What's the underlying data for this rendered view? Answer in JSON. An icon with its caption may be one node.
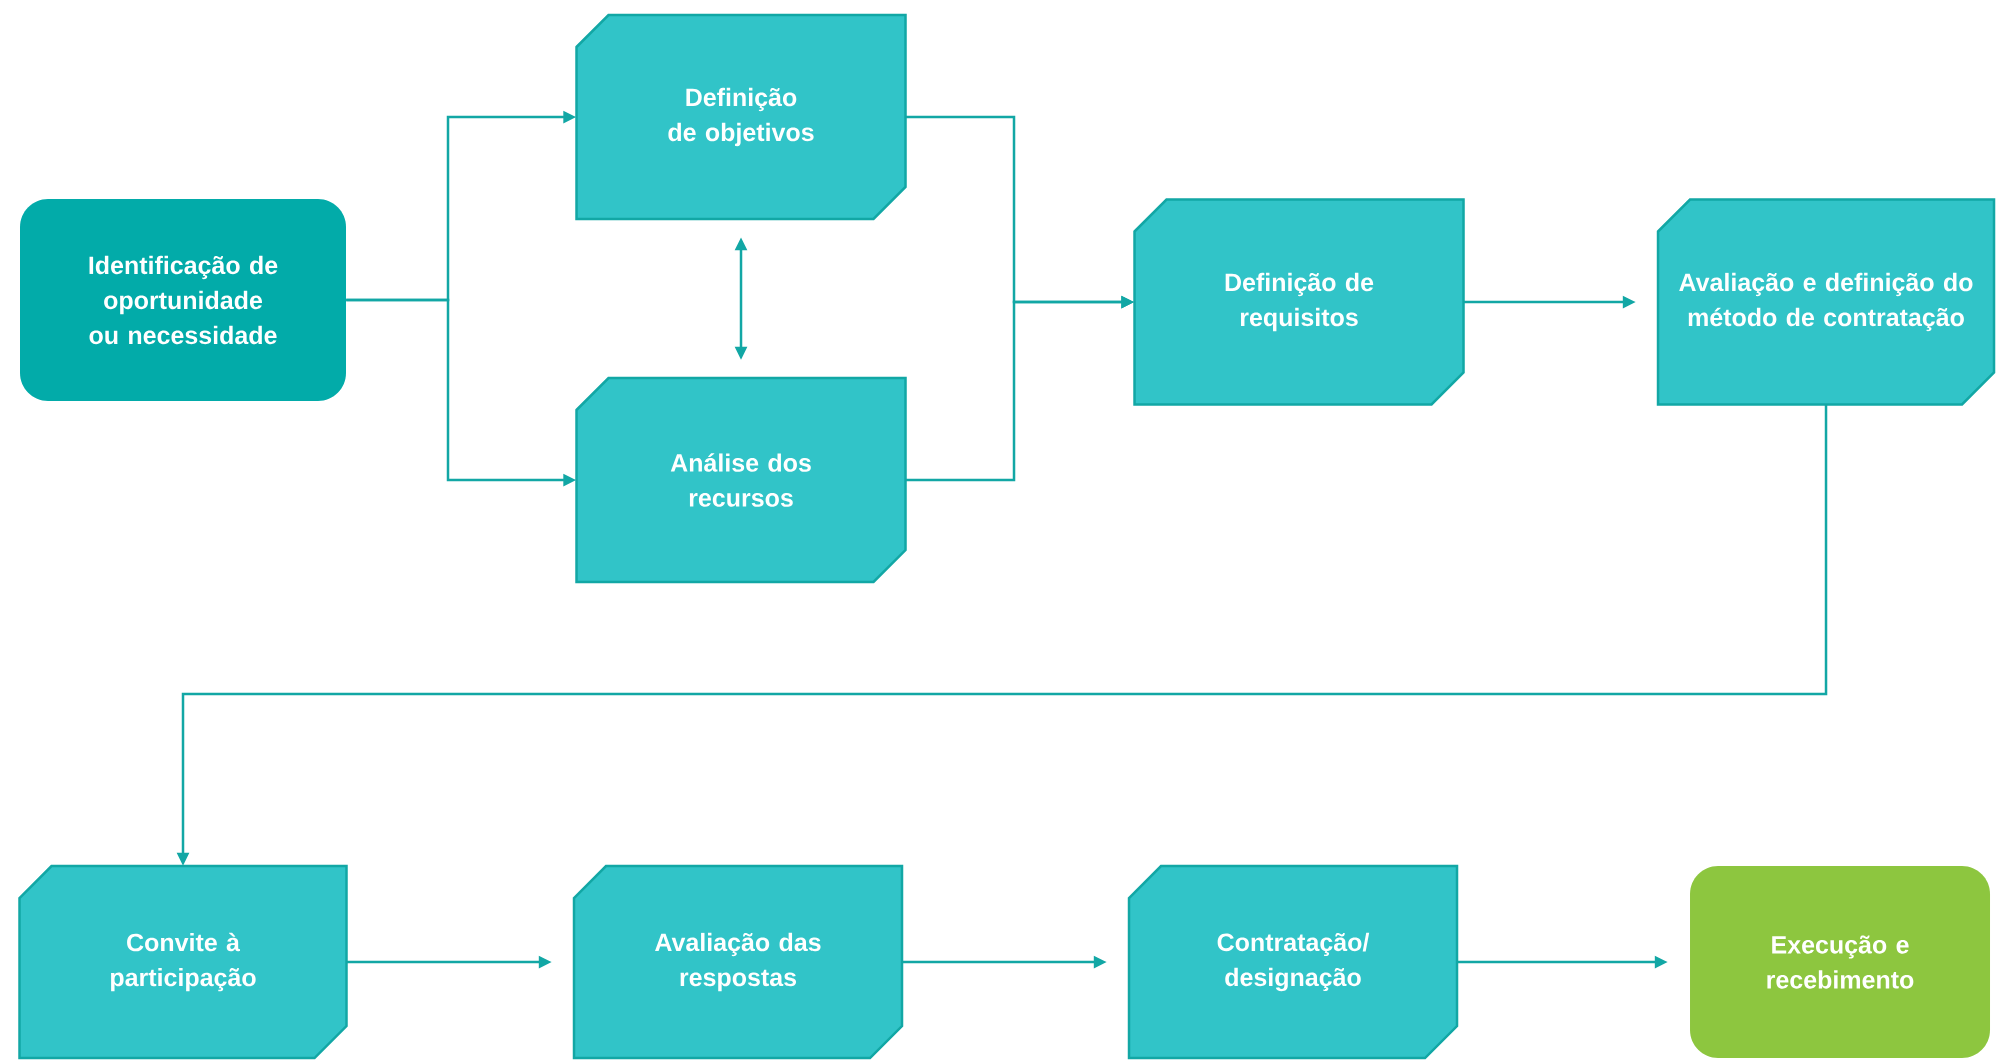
{
  "diagram": {
    "nodes": [
      {
        "text": [
          "Identificação de oportunidade ou necessidade"
        ]
      },
      {
        "text": [
          "Definição de objetivos"
        ]
      },
      {
        "text": [
          "Análise dos recursos"
        ]
      },
      {
        "text": [
          "Definição de requisitos"
        ]
      },
      {
        "text": [
          "Avaliação e definição do método de contratação"
        ]
      },
      {
        "text": [
          "Convite à participação"
        ]
      },
      {
        "text": [
          "Avaliação das respostas"
        ]
      },
      {
        "text": [
          "Contratação/ designação"
        ]
      },
      {
        "text": [
          "Execução e recebimento"
        ]
      }
    ],
    "edges": [
      {
        "from": 0,
        "to": 1,
        "arrow": "to"
      },
      {
        "from": 0,
        "to": 2,
        "arrow": "to"
      },
      {
        "from": 1,
        "to": 2,
        "arrow": "both"
      },
      {
        "from": 1,
        "to": 3,
        "arrow": "to"
      },
      {
        "from": 2,
        "to": 3,
        "arrow": "to"
      },
      {
        "from": 3,
        "to": 4,
        "arrow": "to"
      },
      {
        "from": 4,
        "to": 5,
        "arrow": "to"
      },
      {
        "from": 5,
        "to": 6,
        "arrow": "to"
      },
      {
        "from": 6,
        "to": 7,
        "arrow": "to"
      },
      {
        "from": 7,
        "to": 8,
        "arrow": "to"
      }
    ]
  }
}
